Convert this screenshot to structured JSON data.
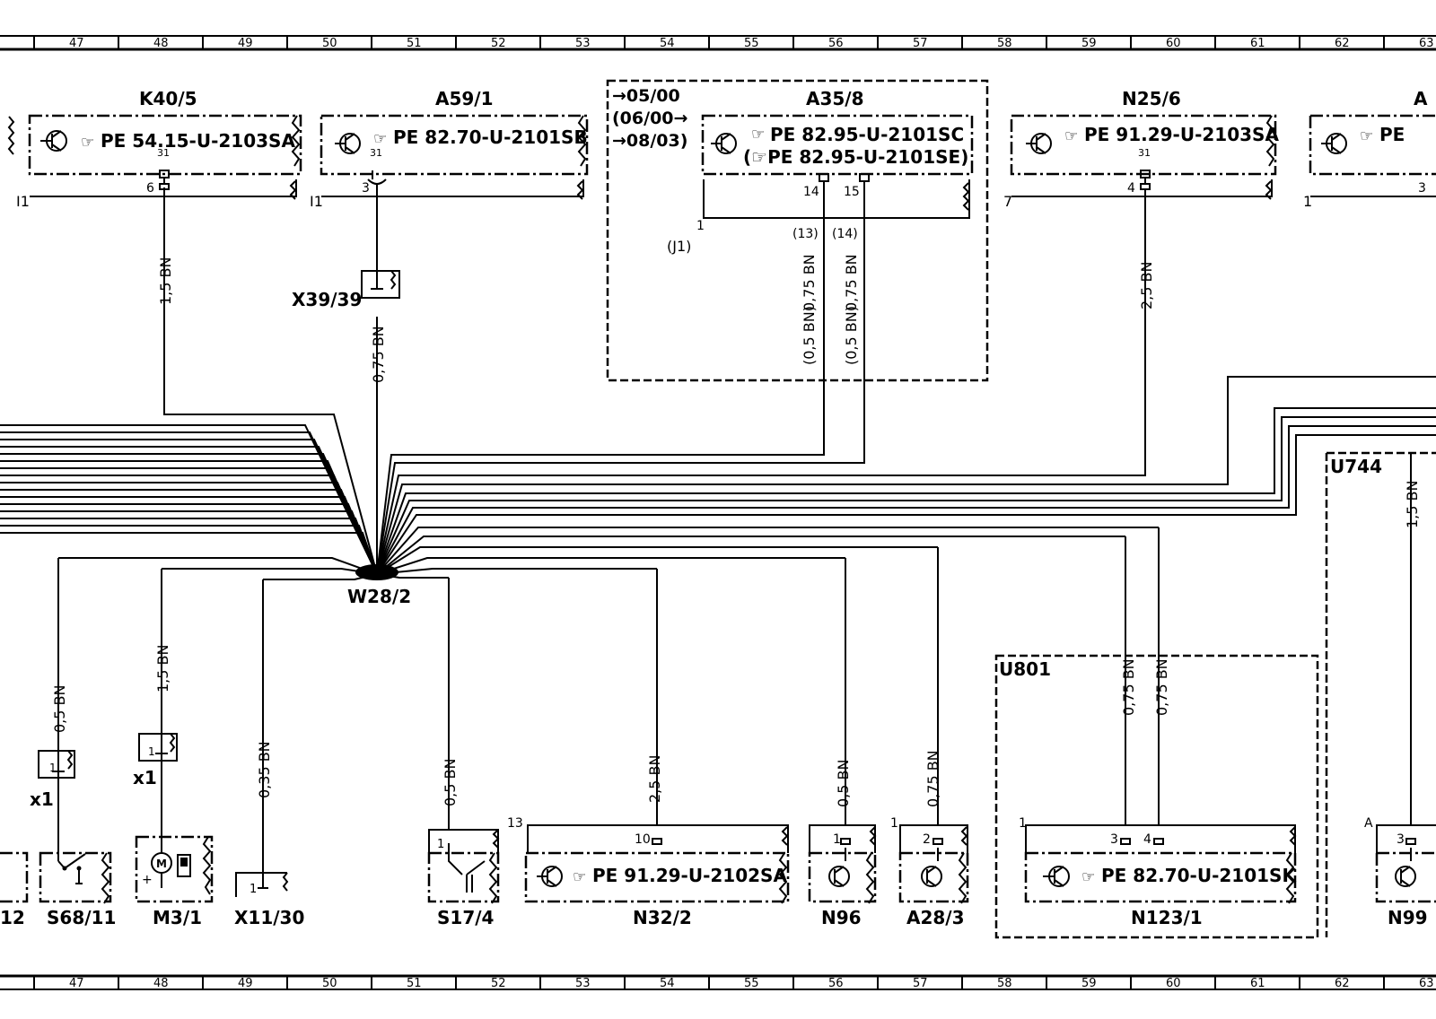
{
  "ruler": {
    "cells": [
      "47",
      "48",
      "49",
      "50",
      "51",
      "52",
      "53",
      "54",
      "55",
      "56",
      "57",
      "58",
      "59",
      "60",
      "61",
      "62",
      "63"
    ]
  },
  "components": {
    "k40_5": {
      "name": "K40/5",
      "ref": "PE 54.15-U-2103SA",
      "pin": "6",
      "term": "31",
      "wire": "1,5 BN",
      "left": "I1"
    },
    "a59_1": {
      "name": "A59/1",
      "ref": "PE 82.70-U-2101SB",
      "pin": "3",
      "term": "31",
      "left": "I1",
      "conn": "X39/39",
      "wire": "0,75 BN"
    },
    "a35_8": {
      "name": "A35/8",
      "ref1": "PE 82.95-U-2101SC",
      "ref2": "(☞PE 82.95-U-2101SE)",
      "date1": "→05/00",
      "date2": "(06/00→",
      "date3": "→08/03)",
      "pin1": "14",
      "pin1alt": "(13)",
      "pin2": "15",
      "pin2alt": "(14)",
      "left": "1",
      "j1": "(J1)",
      "wire1": "0,75 BN",
      "wire1alt": "(0,5 BN)",
      "wire2": "0,75 BN",
      "wire2alt": "(0,5 BN)"
    },
    "n25_6": {
      "name": "N25/6",
      "ref": "PE 91.29-U-2103SA",
      "pin": "4",
      "term": "31",
      "left": "7",
      "wire": "2,5 BN"
    },
    "a_cut": {
      "name": "A",
      "ref": "PE",
      "left": "1",
      "pin": "3"
    },
    "w28_2": {
      "name": "W28/2"
    },
    "u744": {
      "name": "U744",
      "wire": "1,5 BN"
    },
    "u801": {
      "name": "U801"
    },
    "s68_11": {
      "name": "S68/11",
      "wire": "0,5 BN",
      "x": "x1",
      "pin": "1"
    },
    "m3_1": {
      "name": "M3/1",
      "wire": "1,5 BN",
      "x": "x1",
      "pin": "1"
    },
    "x11_30": {
      "name": "X11/30",
      "wire": "0,35 BN",
      "pin": "1"
    },
    "s17_4": {
      "name": "S17/4",
      "wire": "0,5 BN",
      "pin": "1"
    },
    "n32_2": {
      "name": "N32/2",
      "ref": "PE 91.29-U-2102SA",
      "pin": "10",
      "left": "13",
      "wire": "2,5 BN"
    },
    "n96": {
      "name": "N96",
      "pin": "1",
      "wire": "0,5 BN"
    },
    "a28_3": {
      "name": "A28/3",
      "pin": "2",
      "left": "1",
      "wire": "0,75 BN"
    },
    "n123_1": {
      "name": "N123/1",
      "ref": "PE 82.70-U-2101SK",
      "pin1": "3",
      "pin2": "4",
      "left": "1",
      "wire1": "0,75 BN",
      "wire2": "0,75 BN"
    },
    "n99": {
      "name": "N99",
      "pin": "3",
      "left": "A"
    },
    "left_cut": {
      "name": "12"
    }
  }
}
